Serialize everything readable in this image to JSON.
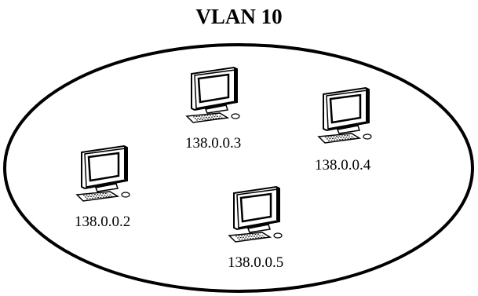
{
  "title": "VLAN 10",
  "nodes": [
    {
      "id": "pc-138-0-0-2",
      "ip": "138.0.0.2"
    },
    {
      "id": "pc-138-0-0-3",
      "ip": "138.0.0.3"
    },
    {
      "id": "pc-138-0-0-4",
      "ip": "138.0.0.4"
    },
    {
      "id": "pc-138-0-0-5",
      "ip": "138.0.0.5"
    }
  ],
  "icons": {
    "node": "computer-icon"
  },
  "colors": {
    "stroke": "#000000",
    "background": "#ffffff"
  }
}
